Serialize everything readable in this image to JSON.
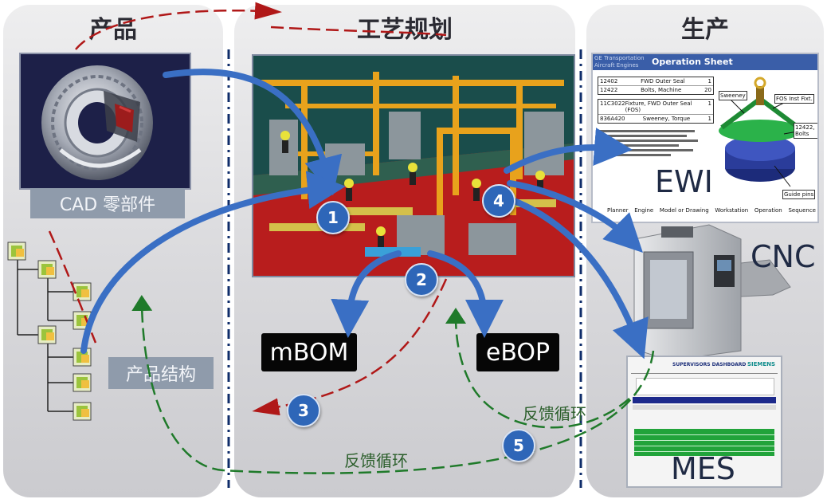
{
  "panels": {
    "product": "产品",
    "process": "工艺规划",
    "production": "生产"
  },
  "labels": {
    "cad": "CAD 零部件",
    "structure": "产品结构",
    "mbom": "mBOM",
    "ebop": "eBOP",
    "ewi": "EWI",
    "cnc": "CNC",
    "mes": "MES",
    "feedback1": "反馈循环",
    "feedback2": "反馈循环"
  },
  "steps": [
    "1",
    "2",
    "3",
    "4",
    "5"
  ],
  "sheet": {
    "company_line1": "GE Transportation",
    "company_line2": "Aircraft Engines",
    "title": "Operation Sheet",
    "rows": [
      {
        "part": "12402",
        "desc": "FWD Outer Seal",
        "qty": "1"
      },
      {
        "part": "12422",
        "desc": "Bolts, Machine",
        "qty": "20"
      },
      {
        "part": "11C3022",
        "desc": "Fixture, FWD Outer Seal (FOS)",
        "qty": "1"
      },
      {
        "part": "836A420",
        "desc": "Sweeney, Torque",
        "qty": "1"
      }
    ],
    "callouts": [
      "Sweeney",
      "FOS Inst Fixt.",
      "12422, Bolts",
      "Guide pins"
    ],
    "footer": [
      "Planner",
      "Engine",
      "Model or Drawing",
      "Workstation",
      "Operation",
      "Sequence"
    ]
  },
  "mes_screen": {
    "title": "SUPERVISORS DASHBOARD",
    "brand": "SIEMENS"
  },
  "colors": {
    "blue_arrow": "#3a6fc4",
    "red_dash": "#b01818",
    "green_dash": "#1f7a2a",
    "step_circle": "#2e66b8"
  }
}
